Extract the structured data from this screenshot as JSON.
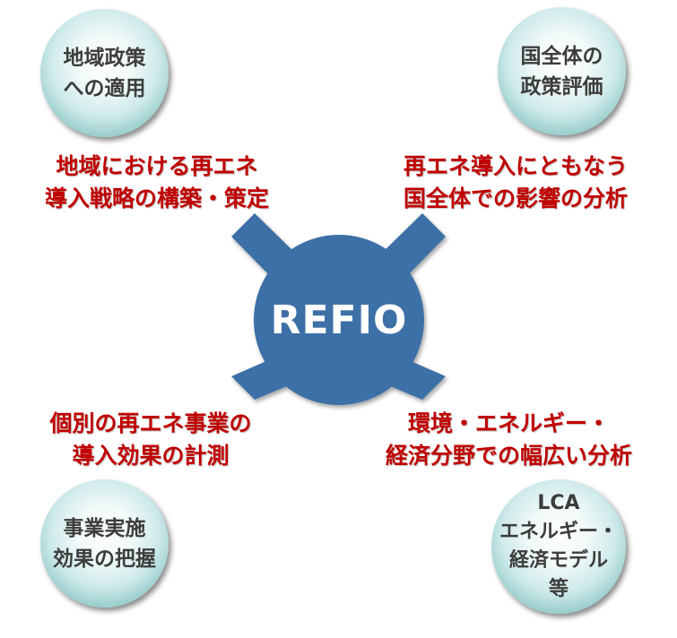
{
  "center": {
    "label": "REFIO",
    "color": "#3e70a6"
  },
  "spheres": {
    "top_left": "地域政策\nへの適用",
    "top_right": "国全体の\n政策評価",
    "bottom_left": "事業実施\n効果の把握",
    "bottom_right": "LCA\nエネルギー・\n経済モデル\n等"
  },
  "captions": {
    "top_left": "地域における再エネ\n導入戦略の構築・策定",
    "top_right": "再エネ導入にともなう\n国全体での影響の分析",
    "bottom_left": "個別の再エネ事業の\n導入効果の計測",
    "bottom_right": "環境・エネルギー・\n経済分野での幅広い分析"
  },
  "colors": {
    "caption_text": "#c00000",
    "sphere_text": "#3d3d3d",
    "sphere_rim": "#5ba9a8"
  }
}
